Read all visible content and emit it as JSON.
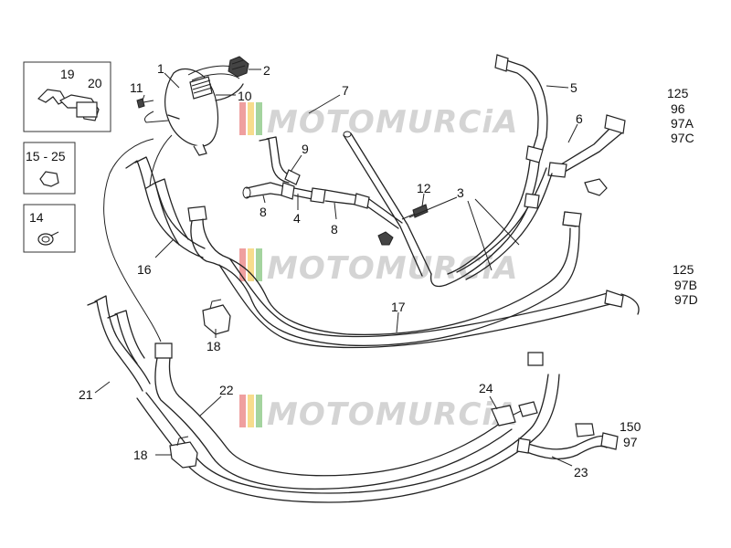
{
  "watermark": {
    "text": "MOTOMURCiA",
    "stripe_colors": [
      "#e25050",
      "#f0c030",
      "#5ab050"
    ]
  },
  "callouts": {
    "c1": "1",
    "c2": "2",
    "c3": "3",
    "c4": "4",
    "c5": "5",
    "c6": "6",
    "c7": "7",
    "c8a": "8",
    "c8b": "8",
    "c9": "9",
    "c10": "10",
    "c11": "11",
    "c12": "12",
    "c14": "14",
    "c15_25": "15 - 25",
    "c16": "16",
    "c17": "17",
    "c18a": "18",
    "c18b": "18",
    "c19": "19",
    "c20": "20",
    "c21": "21",
    "c22": "22",
    "c23": "23",
    "c24": "24"
  },
  "model_groups": [
    {
      "lines": [
        "125",
        "96",
        "97A",
        "97C"
      ]
    },
    {
      "lines": [
        "125",
        "97B",
        "97D"
      ]
    },
    {
      "lines": [
        "150",
        "97"
      ]
    }
  ]
}
